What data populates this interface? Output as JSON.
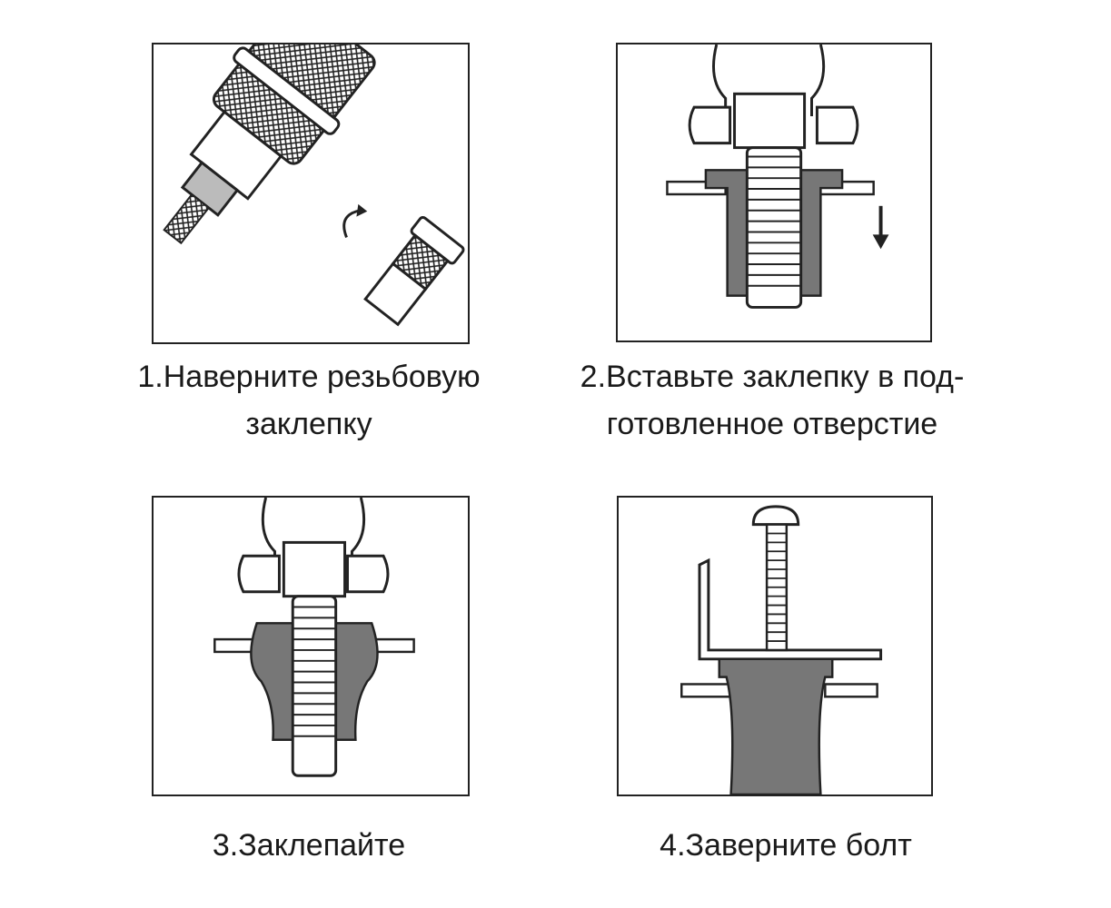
{
  "steps": [
    {
      "caption_line1": "1.Наверните резьбовую",
      "caption_line2": "заклепку"
    },
    {
      "caption_line1": "2.Вставьте заклепку в под-",
      "caption_line2": "готовленное отверстие"
    },
    {
      "caption_line1": "3.Заклепайте"
    },
    {
      "caption_line1": "4.Заверните болт"
    }
  ],
  "colors": {
    "line": "#222222",
    "fill_gray": "#777777",
    "background": "#ffffff"
  }
}
